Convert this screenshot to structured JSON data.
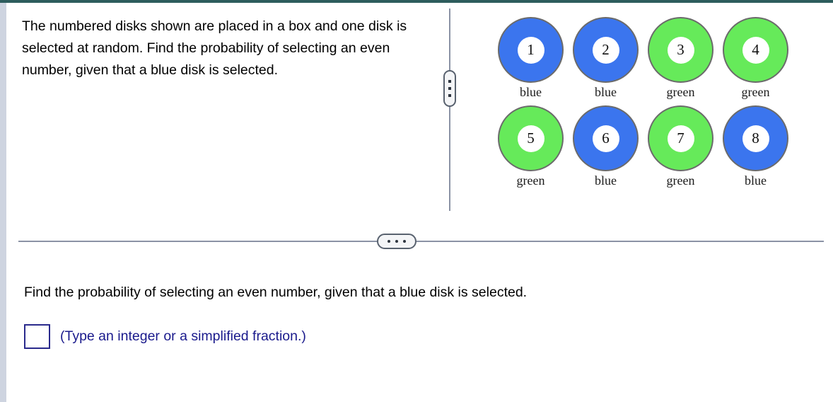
{
  "theme": {
    "top_bar_color": "#2e5d5d",
    "left_rail_color": "#ced4e0",
    "divider_color": "#8b93a5",
    "handle_border_color": "#59626f",
    "handle_fill_color": "#f4f5f7",
    "answer_accent_color": "#1a1a8c",
    "disk_blue": "#3b75ee",
    "disk_green": "#66ea5a",
    "disk_outline": "#6b6b6b"
  },
  "question": {
    "text": "The numbered disks shown are placed in a box and one disk is selected at random.  Find the probability of selecting an even number, given that a blue disk is selected."
  },
  "figure": {
    "rows": [
      [
        {
          "number": "1",
          "label": "blue",
          "color": "#3b75ee"
        },
        {
          "number": "2",
          "label": "blue",
          "color": "#3b75ee"
        },
        {
          "number": "3",
          "label": "green",
          "color": "#66ea5a"
        },
        {
          "number": "4",
          "label": "green",
          "color": "#66ea5a"
        }
      ],
      [
        {
          "number": "5",
          "label": "green",
          "color": "#66ea5a"
        },
        {
          "number": "6",
          "label": "blue",
          "color": "#3b75ee"
        },
        {
          "number": "7",
          "label": "green",
          "color": "#66ea5a"
        },
        {
          "number": "8",
          "label": "blue",
          "color": "#3b75ee"
        }
      ]
    ]
  },
  "splitters": {
    "vertical_handle_icon": "vertical-dots-icon",
    "horizontal_handle_icon": "horizontal-dots-icon"
  },
  "answer": {
    "prompt": "Find the probability of selecting an even number, given that a blue disk is selected.",
    "input_value": "",
    "input_placeholder": "",
    "hint": "(Type an integer or a simplified fraction.)"
  }
}
